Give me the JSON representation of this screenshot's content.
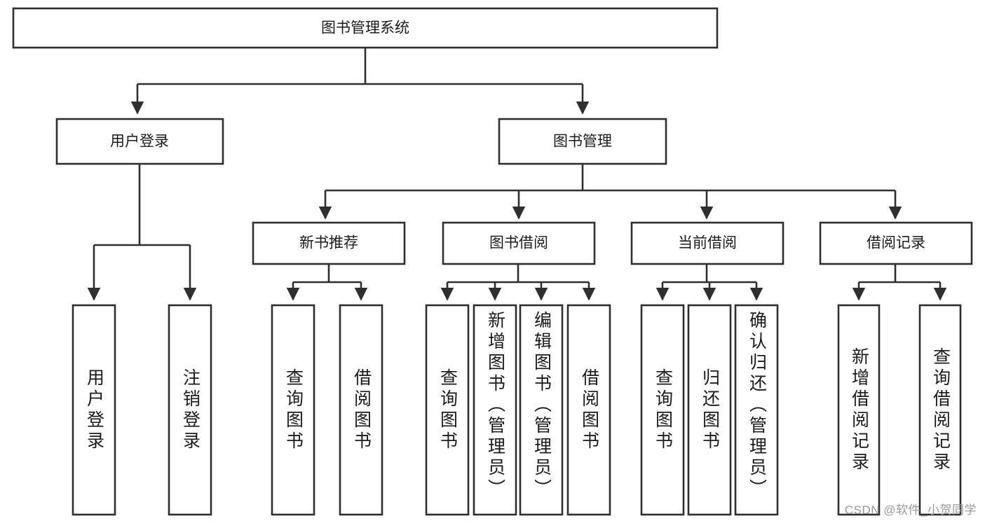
{
  "diagram": {
    "title": "图书管理系统",
    "type": "tree",
    "orientation": "top-down",
    "colors": {
      "box_stroke": "#2f2f2f",
      "box_fill": "#ffffff",
      "connector": "#2f2f2f",
      "text": "#1b1b1b",
      "watermark": "#9a9a9a",
      "background": "#ffffff"
    },
    "nodes": {
      "root": {
        "id": "root",
        "label": "图书管理系统",
        "level": 0,
        "orientation": "horizontal"
      },
      "level1": [
        {
          "id": "user-login",
          "label": "用户登录",
          "orientation": "horizontal"
        },
        {
          "id": "book-manage",
          "label": "图书管理",
          "orientation": "horizontal"
        }
      ],
      "level2": [
        {
          "id": "new-book-recommend",
          "label": "新书推荐",
          "parent": "book-manage",
          "orientation": "horizontal"
        },
        {
          "id": "book-borrow",
          "label": "图书借阅",
          "parent": "book-manage",
          "orientation": "horizontal"
        },
        {
          "id": "current-borrow",
          "label": "当前借阅",
          "parent": "book-manage",
          "orientation": "horizontal"
        },
        {
          "id": "borrow-record",
          "label": "借阅记录",
          "parent": "book-manage",
          "orientation": "horizontal"
        }
      ],
      "leaves": [
        {
          "id": "leaf-user-login",
          "label": "用户登录",
          "parent": "user-login",
          "orientation": "vertical",
          "align": "center"
        },
        {
          "id": "leaf-logout",
          "label": "注销登录",
          "parent": "user-login",
          "orientation": "vertical",
          "align": "center"
        },
        {
          "id": "leaf-query-book-1",
          "label": "查询图书",
          "parent": "new-book-recommend",
          "orientation": "vertical",
          "align": "center"
        },
        {
          "id": "leaf-borrow-book-1",
          "label": "借阅图书",
          "parent": "new-book-recommend",
          "orientation": "vertical",
          "align": "center"
        },
        {
          "id": "leaf-query-book-2",
          "label": "查询图书",
          "parent": "book-borrow",
          "orientation": "vertical",
          "align": "center"
        },
        {
          "id": "leaf-add-book",
          "label": "新增图书（管理员）",
          "parent": "book-borrow",
          "orientation": "vertical",
          "align": "top"
        },
        {
          "id": "leaf-edit-book",
          "label": "编辑图书（管理员）",
          "parent": "book-borrow",
          "orientation": "vertical",
          "align": "top"
        },
        {
          "id": "leaf-borrow-book-2",
          "label": "借阅图书",
          "parent": "book-borrow",
          "orientation": "vertical",
          "align": "center"
        },
        {
          "id": "leaf-query-book-3",
          "label": "查询图书",
          "parent": "current-borrow",
          "orientation": "vertical",
          "align": "center"
        },
        {
          "id": "leaf-return-book",
          "label": "归还图书",
          "parent": "current-borrow",
          "orientation": "vertical",
          "align": "center"
        },
        {
          "id": "leaf-confirm-return",
          "label": "确认归还（管理员）",
          "parent": "current-borrow",
          "orientation": "vertical",
          "align": "top"
        },
        {
          "id": "leaf-add-record",
          "label": "新增借阅记录",
          "parent": "borrow-record",
          "orientation": "vertical",
          "align": "center"
        },
        {
          "id": "leaf-query-record",
          "label": "查询借阅记录",
          "parent": "borrow-record",
          "orientation": "vertical",
          "align": "center"
        }
      ]
    },
    "watermark": "CSDN @软件_小贺同学"
  }
}
